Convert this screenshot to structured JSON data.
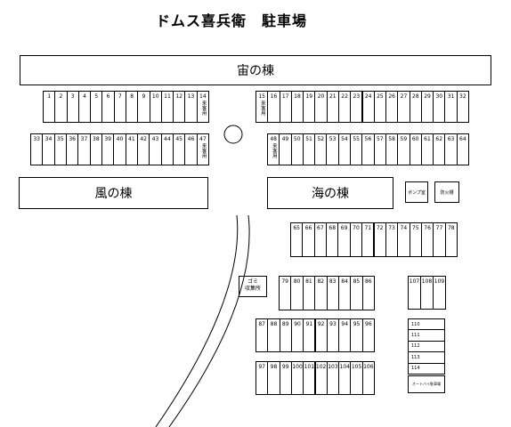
{
  "title": "ドムス喜兵衛　駐車場",
  "buildings": {
    "sora": "宙の棟",
    "kaze": "風の棟",
    "umi": "海の棟"
  },
  "small_boxes": {
    "pump": "ポンプ室",
    "water_tank": "防火槽",
    "garbage_line1": "ゴミ",
    "garbage_line2": "収集所",
    "bike": "オートバイ駐車場"
  },
  "guest_label": "来客用",
  "rows": {
    "row_1_14": [
      "1",
      "2",
      "3",
      "4",
      "5",
      "6",
      "7",
      "8",
      "9",
      "10",
      "11",
      "12",
      "13",
      "14"
    ],
    "row_15_32": [
      "15",
      "16",
      "17",
      "18",
      "19",
      "20",
      "21",
      "22",
      "23",
      "24",
      "25",
      "26",
      "27",
      "28",
      "29",
      "30",
      "31",
      "32"
    ],
    "row_33_47": [
      "33",
      "34",
      "35",
      "36",
      "37",
      "38",
      "39",
      "40",
      "41",
      "42",
      "43",
      "44",
      "45",
      "46",
      "47"
    ],
    "row_48_64": [
      "48",
      "49",
      "50",
      "51",
      "52",
      "53",
      "54",
      "55",
      "56",
      "57",
      "58",
      "59",
      "60",
      "61",
      "62",
      "63",
      "64"
    ],
    "row_65_78": [
      "65",
      "66",
      "67",
      "68",
      "69",
      "70",
      "71",
      "72",
      "73",
      "74",
      "75",
      "76",
      "77",
      "78"
    ],
    "row_79_86": [
      "79",
      "80",
      "81",
      "82",
      "83",
      "84",
      "85",
      "86"
    ],
    "row_87_96": [
      "87",
      "88",
      "89",
      "90",
      "91",
      "92",
      "93",
      "94",
      "95",
      "96"
    ],
    "row_97_106": [
      "97",
      "98",
      "99",
      "100",
      "101",
      "102",
      "103",
      "104",
      "105",
      "106"
    ],
    "row_107_109": [
      "107",
      "108",
      "109"
    ],
    "stack_110_114": [
      "110",
      "111",
      "112",
      "113",
      "114"
    ]
  },
  "guest_slots": [
    "14",
    "47",
    "15",
    "48"
  ]
}
